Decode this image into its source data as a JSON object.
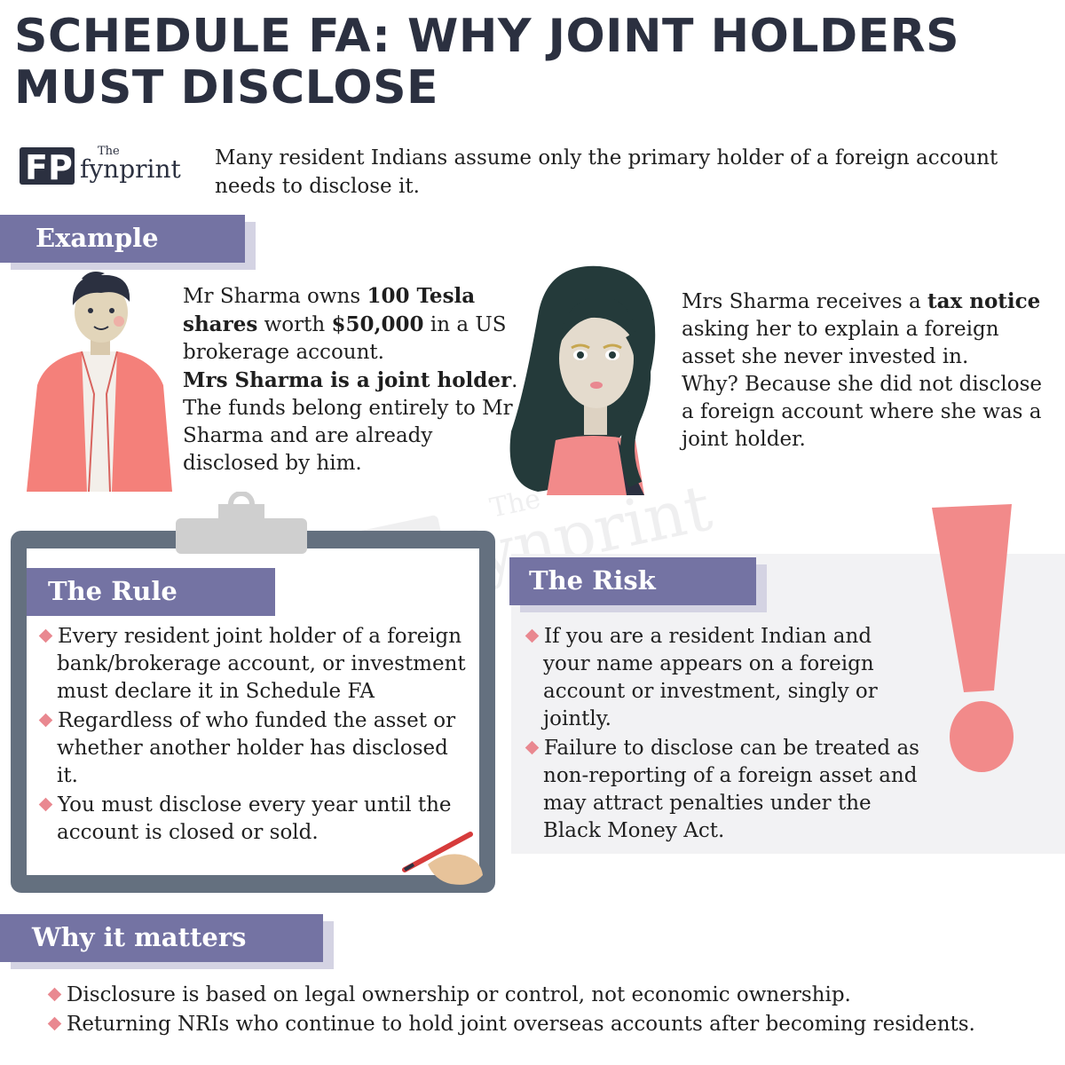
{
  "title": "SCHEDULE FA: WHY JOINT HOLDERS MUST DISCLOSE",
  "logo": {
    "small": "The",
    "name": "fynprint",
    "mark": "FP"
  },
  "intro": "Many resident Indians assume only the primary holder of a foreign account needs to disclose it.",
  "example": {
    "heading": "Example",
    "mr": {
      "p1a": "Mr Sharma owns ",
      "p1b": "100 Tesla shares",
      "p1c": " worth ",
      "p1d": "$50,000",
      "p1e": " in a US brokerage account.",
      "p2a": "Mrs Sharma is a joint holder",
      "p2b": ".",
      "p3": "The funds belong entirely to Mr Sharma and are already disclosed by him."
    },
    "mrs": {
      "p1a": "Mrs Sharma receives a ",
      "p1b": "tax notice",
      "p1c": " asking her to explain a foreign asset she never invested in.",
      "p2": "Why? Because she did not disclose a foreign account where she was a joint holder."
    }
  },
  "rule": {
    "heading": "The Rule",
    "items": [
      "Every resident joint holder of a foreign bank/brokerage account, or investment must declare it in Schedule FA",
      "Regardless of who funded the asset or whether another holder has disclosed it.",
      "You must disclose every year until the account is closed or sold."
    ]
  },
  "risk": {
    "heading": "The Risk",
    "items": [
      "If you are a resident Indian and your name appears on a foreign account or investment, singly or jointly.",
      "Failure to disclose can be treated as non-reporting of a foreign asset and may attract penalties under the Black Money Act."
    ]
  },
  "matters": {
    "heading": "Why it matters",
    "items": [
      "Disclosure is based on legal ownership or control, not economic ownership.",
      "Returning NRIs who continue to hold joint overseas accounts after becoming residents."
    ]
  },
  "watermark": {
    "small": "The",
    "name": "fynprint"
  },
  "colors": {
    "accent": "#7473a3",
    "accent_shadow": "#d4d3e3",
    "title": "#2b3040",
    "bullet": "#e98890",
    "exclaim": "#f28a8a",
    "board": "#64707f"
  }
}
